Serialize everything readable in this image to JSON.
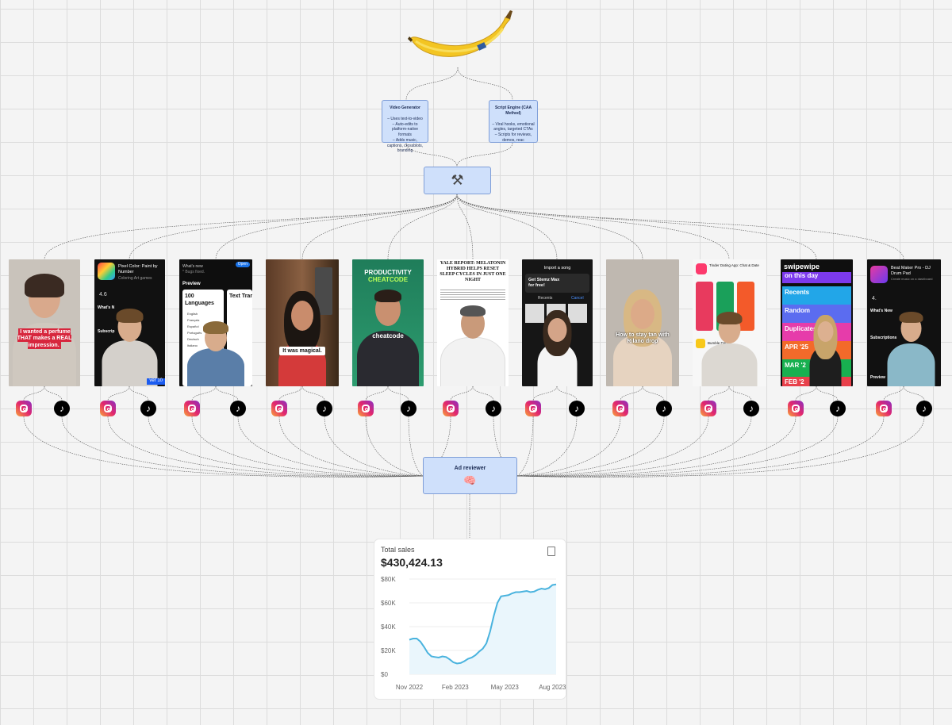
{
  "canvas": {
    "grid_color": "#dcdcdc",
    "node_color": "#cfe0fb",
    "node_border": "#7f9ed8"
  },
  "banana_icon": "banana-image",
  "nodes": {
    "video_generator": {
      "title": "Video Generator",
      "body": "– Uses text-to-video\n– Auto-edits to platform-native formats\n– Adds music, captions, crossblots, branding"
    },
    "script_engine": {
      "title": "Script Engine (CAA Method)",
      "body": "– Viral hooks, emotional angles, targeted CTAs\n– Scripts for reviews, demos, reac"
    },
    "tools": {
      "icon": "⚒"
    },
    "ad_reviewer": {
      "label": "Ad reviewer",
      "icon": "🧠"
    }
  },
  "thumbnails": [
    {
      "caption": "I wanted a perfume THAT makes a REAL impression."
    },
    {
      "caption": "",
      "title": "Pixel Color: Paint by Number",
      "subtitle": "Coloring Art games",
      "rating": "4.6",
      "whats_new": "What's N",
      "subscr": "Subscrip",
      "banner": "ver 10"
    },
    {
      "caption": "",
      "top_text": "What's new",
      "sub_text": "* Bugs fixed.",
      "preview": "Preview",
      "card1": "100 Languages",
      "card2": "Text Tran",
      "open": "Open",
      "langs": [
        "English",
        "Français",
        "Español",
        "Português",
        "Deutsch",
        "Italiano"
      ]
    },
    {
      "caption": "It was magical."
    },
    {
      "caption": "cheatcode",
      "header1": "PRODUCTIVITY",
      "header2": "CHEATCODE"
    },
    {
      "caption": "",
      "headline": "YALE REPORT: MELATONIN HYBRID HELPS RESET SLEEP CYCLES IN JUST ONE NIGHT"
    },
    {
      "caption": "",
      "title": "Import a song",
      "cta": "Get Stemz Max for free!",
      "recents": "Recents",
      "cancel": "Cancel"
    },
    {
      "caption": "How to stay tan with Rilano drop"
    },
    {
      "caption": "",
      "title": "Tinder Dating App: Chat & Date",
      "bottom": "Bumble Dating"
    },
    {
      "caption": "",
      "app": "swipewipe",
      "rows": [
        "on this day",
        "Recents",
        "Random",
        "Duplicates",
        "APR '25",
        "MAR '2",
        "FEB '2"
      ]
    },
    {
      "caption": "",
      "title": "Beat Maker Pro - DJ Drum Pad",
      "subtitle": "Create music on a dashboard",
      "rating": "4.",
      "whats_new": "What's New",
      "subscr": "Subscriptions",
      "preview": "Preview"
    }
  ],
  "socials": {
    "instagram_icon": "instagram-icon",
    "tiktok_icon": "tiktok-icon",
    "tiktok_glyph": "♪"
  },
  "sales": {
    "title": "Total sales",
    "value": "$430,424.13",
    "doc_icon": "document-icon"
  },
  "chart_data": {
    "type": "area",
    "title": "Total sales",
    "color": "#4ab3de",
    "x_tick_labels": [
      "Nov 2022",
      "Feb 2023",
      "May 2023",
      "Aug 2023"
    ],
    "y_ticks": [
      "$0",
      "$20K",
      "$40K",
      "$60K",
      "$80K"
    ],
    "ylim": [
      0,
      80000
    ],
    "x_index_range": [
      0,
      40
    ],
    "x_tick_positions": [
      0,
      12.5,
      26,
      39
    ],
    "values": [
      29000,
      30000,
      30000,
      27500,
      23000,
      18000,
      15000,
      14500,
      14000,
      15000,
      14500,
      12500,
      10000,
      9000,
      9500,
      11000,
      13000,
      14000,
      16000,
      19000,
      21500,
      26000,
      36000,
      49000,
      60000,
      65500,
      66000,
      66500,
      68000,
      69000,
      69000,
      69500,
      70000,
      69000,
      69500,
      71000,
      72000,
      71500,
      72500,
      75000,
      75500
    ],
    "grid": true
  }
}
